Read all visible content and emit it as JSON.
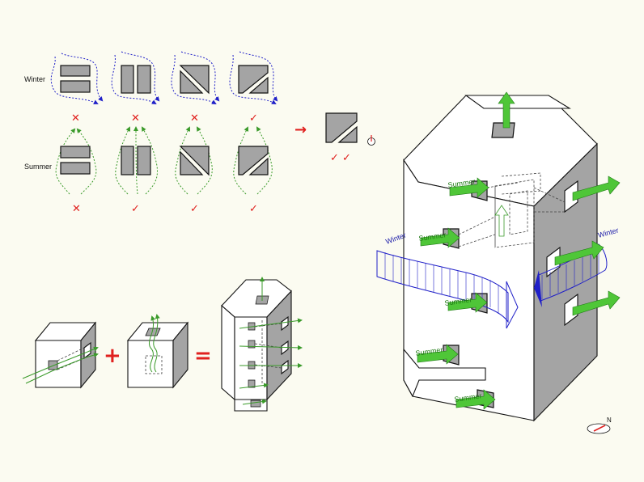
{
  "labels": {
    "winter_row": "Winter",
    "summer_row": "Summer",
    "building_winter_left": "Winter",
    "building_winter_right": "Winter",
    "building_summer": "Summer",
    "north": "N"
  },
  "symbols": {
    "check": "✓",
    "cross": "✕",
    "arrow": "→",
    "plus": "+",
    "equals": "="
  },
  "colors": {
    "winter_flow": "#2020c8",
    "summer_flow": "#3a9a2a",
    "mark_red": "#e0201e",
    "shade_gray": "#a4a4a4"
  },
  "icons": [
    "compass-icon",
    "north-arrow-icon",
    "check-icon",
    "cross-icon"
  ]
}
